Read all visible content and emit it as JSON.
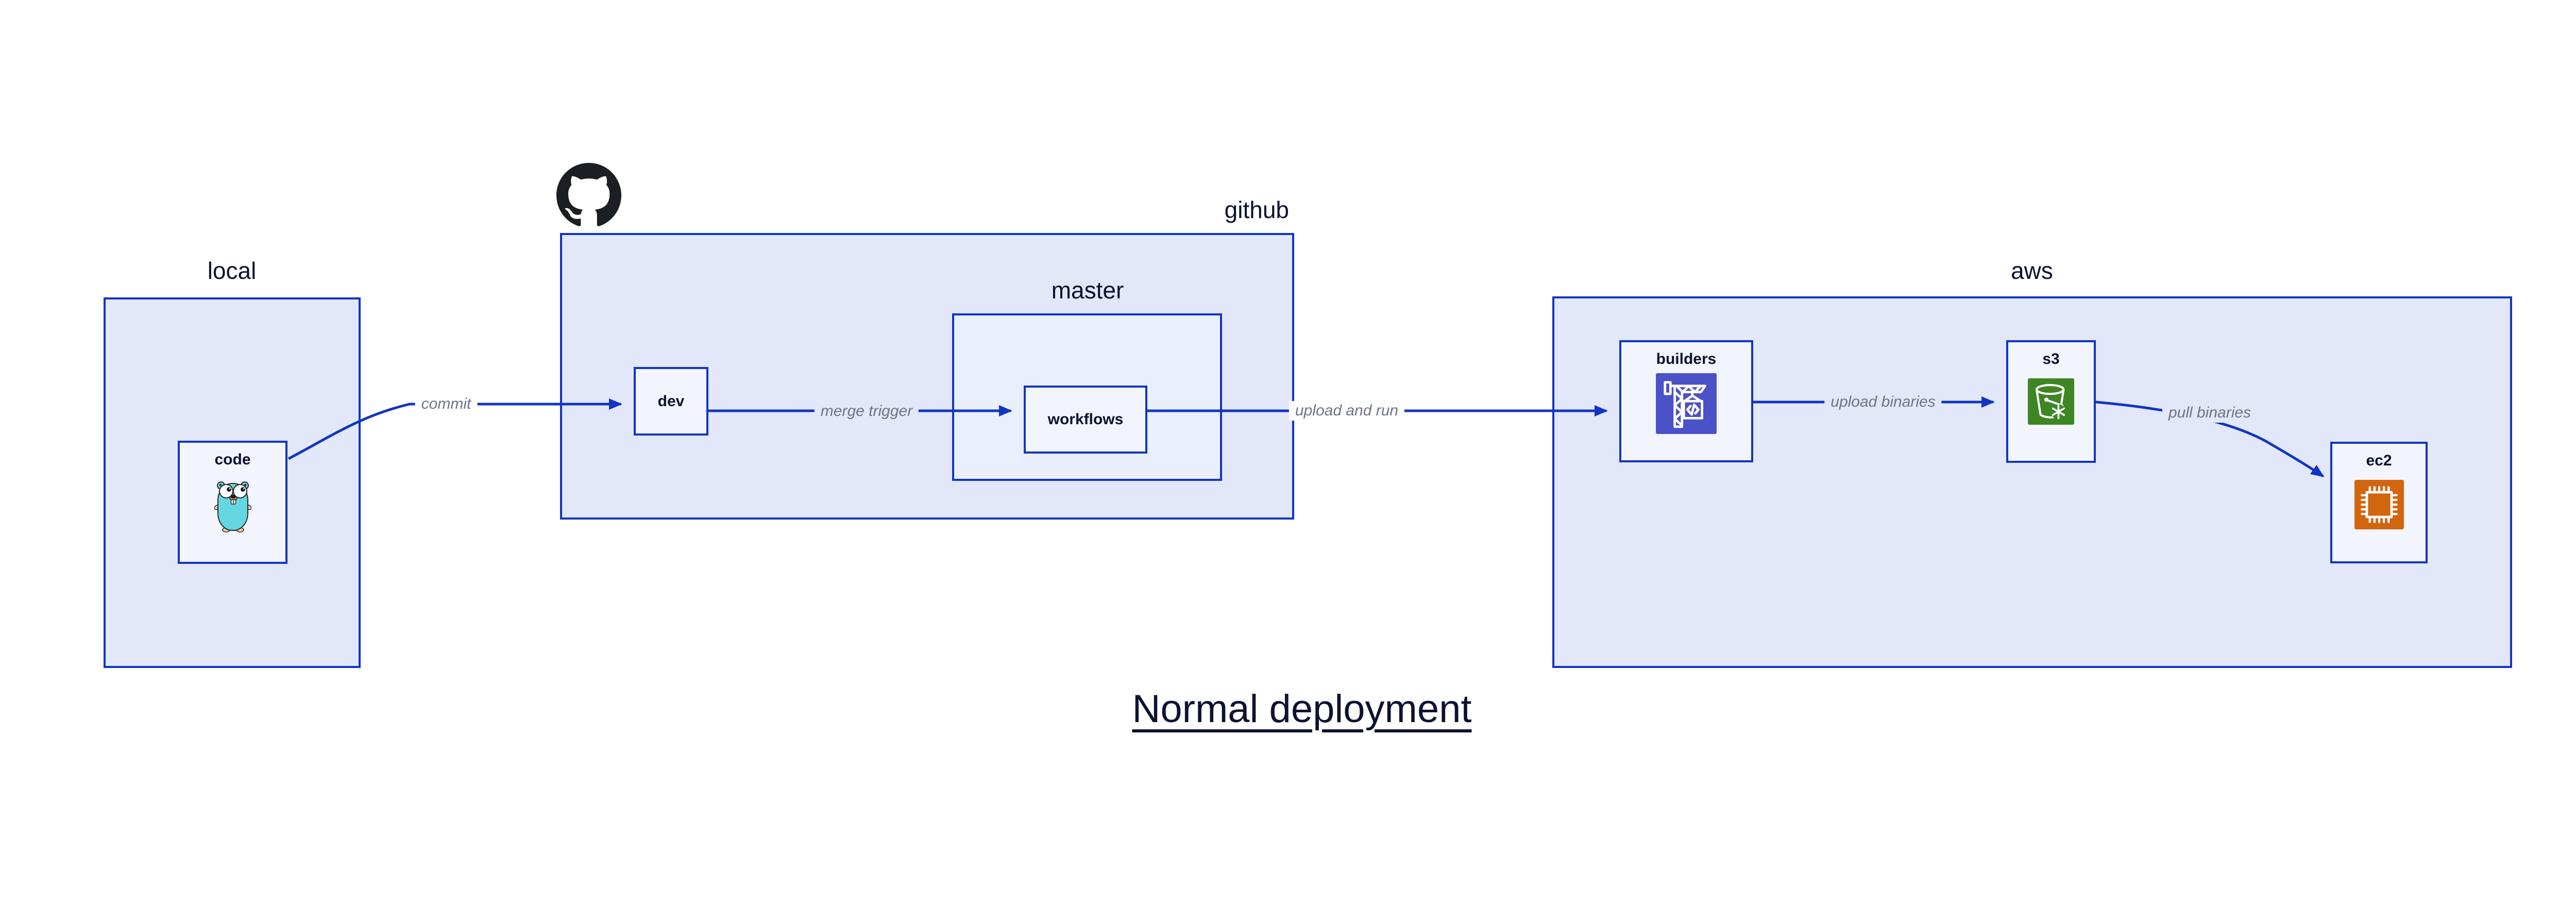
{
  "title": {
    "text": "Normal deployment"
  },
  "containers": {
    "local": {
      "label": "local"
    },
    "github": {
      "label": "github",
      "logo_icon": "github-octocat-icon"
    },
    "master": {
      "label": "master"
    },
    "aws": {
      "label": "aws"
    }
  },
  "nodes": {
    "code": {
      "label": "code",
      "icon": "go-gopher-icon"
    },
    "dev": {
      "label": "dev"
    },
    "workflows": {
      "label": "workflows"
    },
    "builders": {
      "label": "builders",
      "icon": "crane-codebuild-icon"
    },
    "s3": {
      "label": "s3",
      "icon": "bucket-snowflake-icon"
    },
    "ec2": {
      "label": "ec2",
      "icon": "chip-icon"
    }
  },
  "edges": [
    {
      "label": "commit",
      "from": "code",
      "to": "dev"
    },
    {
      "label": "merge trigger",
      "from": "dev",
      "to": "workflows"
    },
    {
      "label": "upload and run",
      "from": "workflows",
      "to": "builders"
    },
    {
      "label": "upload binaries",
      "from": "builders",
      "to": "s3"
    },
    {
      "label": "pull binaries",
      "from": "s3",
      "to": "ec2"
    }
  ],
  "colors": {
    "canvas_bg": "#ffffff",
    "diagram_blue": "#1135c2",
    "container_fill": "#e2e8fa",
    "nested_container_fill": "#eaeffc",
    "node_fill": "#f2f5fd",
    "label_navy": "#0c1230",
    "edge_label_gray": "#6e7488",
    "github_black": "#1b1f23",
    "codebuild_indigo": "#4b51c9",
    "s3_green": "#3e8624",
    "ec2_orange": "#d2660e",
    "gopher_teal": "#65d7e2",
    "gopher_tan": "#f2cd9e"
  }
}
